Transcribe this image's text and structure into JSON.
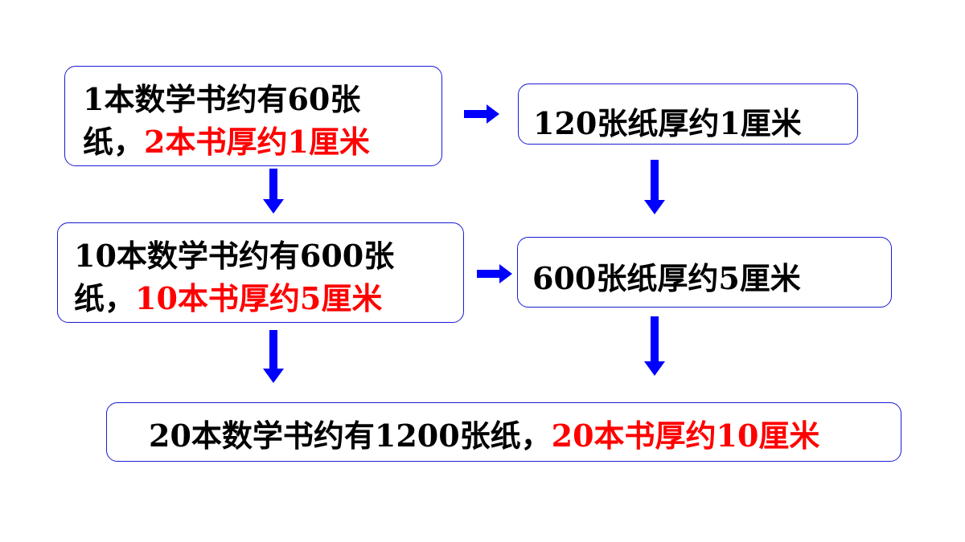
{
  "colors": {
    "text": "#000000",
    "highlight": "#ff0000",
    "border": "#1a1ad6",
    "arrow": "#0000ff"
  },
  "boxes": {
    "b1": {
      "line1": "1本数学书约有60张",
      "line2_black": "纸，",
      "line2_red": "2本书厚约1厘米"
    },
    "b2": {
      "text": "120张纸厚约1厘米"
    },
    "b3": {
      "line1": "10本数学书约有600张",
      "line2_black": "纸，",
      "line2_red": "10本书厚约5厘米"
    },
    "b4": {
      "text": "600张纸厚约5厘米"
    },
    "b5": {
      "black": "20本数学书约有1200张纸，",
      "red": "20本书厚约10厘米"
    }
  },
  "arrows": [
    "right-arrow",
    "right-arrow",
    "down-arrow",
    "down-arrow",
    "down-arrow",
    "down-arrow"
  ]
}
